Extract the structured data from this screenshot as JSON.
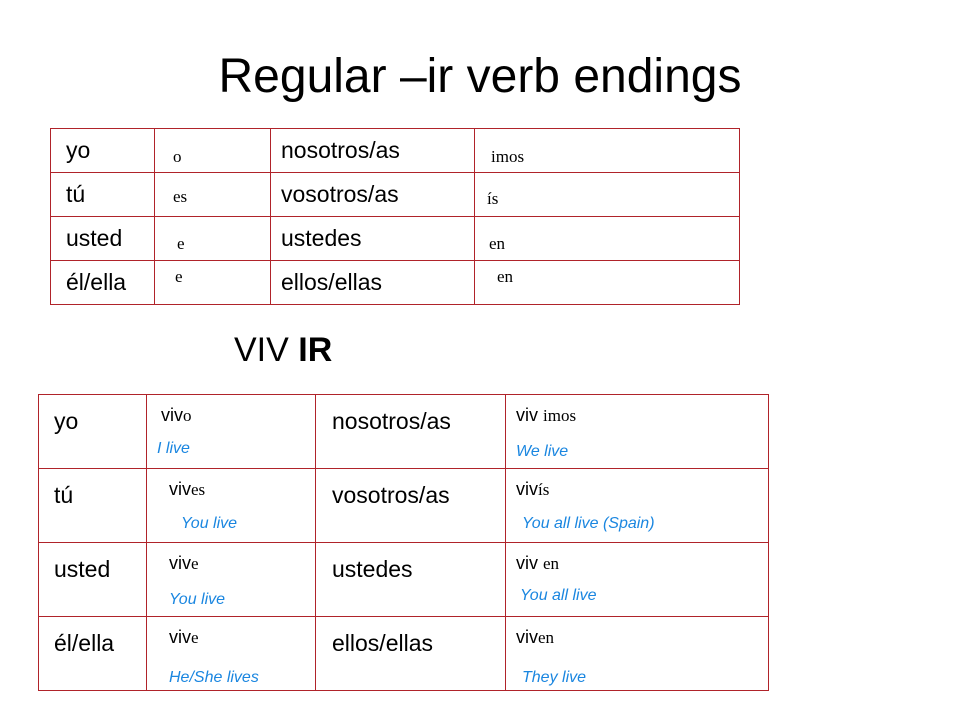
{
  "title": "Regular –ir verb endings",
  "top_table": {
    "rows": [
      {
        "pronoun": "yo",
        "ending": "o",
        "plural": "nosotros/as",
        "plural_ending": "imos"
      },
      {
        "pronoun": "tú",
        "ending": "es",
        "plural": "vosotros/as",
        "plural_ending": "ís"
      },
      {
        "pronoun": "usted",
        "ending": "e",
        "plural": "ustedes",
        "plural_ending": "en"
      },
      {
        "pronoun": "él/ella",
        "ending": "e",
        "plural": "ellos/ellas",
        "plural_ending": "en"
      }
    ]
  },
  "verb": {
    "stem": "VIV",
    "suffix": "IR"
  },
  "bottom_table": {
    "rows": [
      {
        "pronoun": "yo",
        "stem": "viv",
        "ending": "o",
        "translation": "I live",
        "plural": "nosotros/as",
        "plural_stem": "viv",
        "plural_ending": "imos",
        "plural_translation": "We live"
      },
      {
        "pronoun": "tú",
        "stem": "viv",
        "ending": "es",
        "translation": "You live",
        "plural": "vosotros/as",
        "plural_stem": "viv",
        "plural_ending": "ís",
        "plural_translation": "You all live (Spain)"
      },
      {
        "pronoun": "usted",
        "stem": "viv",
        "ending": "e",
        "translation": "You live",
        "plural": "ustedes",
        "plural_stem": "viv",
        "plural_ending": "en",
        "plural_translation": "You all  live"
      },
      {
        "pronoun": "él/ella",
        "stem": "viv",
        "ending": "e",
        "translation": "He/She lives",
        "plural": "ellos/ellas",
        "plural_stem": "viv",
        "plural_ending": "en",
        "plural_translation": "They live"
      }
    ]
  },
  "colors": {
    "border": "#b0232a",
    "translation": "#1a86e0"
  }
}
